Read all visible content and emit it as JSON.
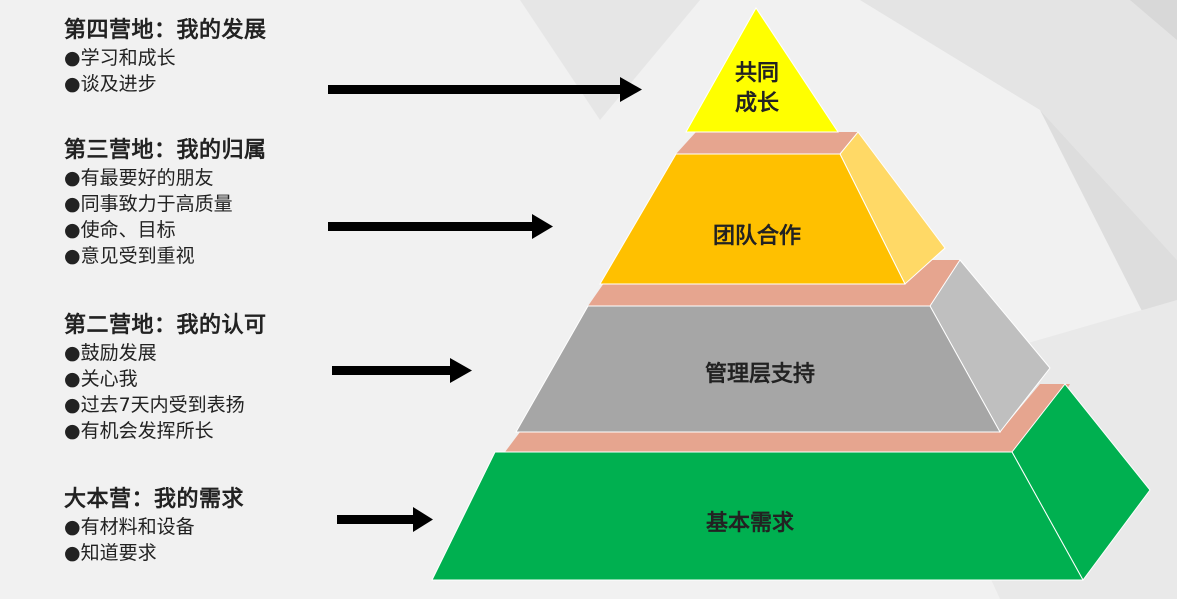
{
  "camps": [
    {
      "title": "第四营地：我的发展",
      "items": [
        "●学习和成长",
        "●谈及进步"
      ]
    },
    {
      "title": "第三营地：我的归属",
      "items": [
        "●有最要好的朋友",
        "●同事致力于高质量",
        "●使命、目标",
        "●意见受到重视"
      ]
    },
    {
      "title": "第二营地：我的认可",
      "items": [
        "●鼓励发展",
        "●关心我",
        "●过去7天内受到表扬",
        "●有机会发挥所长"
      ]
    },
    {
      "title": "大本营：我的需求",
      "items": [
        "●有材料和设备",
        "●知道要求"
      ]
    }
  ],
  "pyramid": {
    "top": {
      "line1": "共同",
      "line2": "成长",
      "color": "#ffff00"
    },
    "level3": {
      "label": "团队合作",
      "color": "#ffc000"
    },
    "level2": {
      "label": "管理层支持",
      "color": "#a6a6a6"
    },
    "base": {
      "label": "基本需求",
      "color": "#00b050"
    },
    "step_color": "#e6a58f"
  }
}
